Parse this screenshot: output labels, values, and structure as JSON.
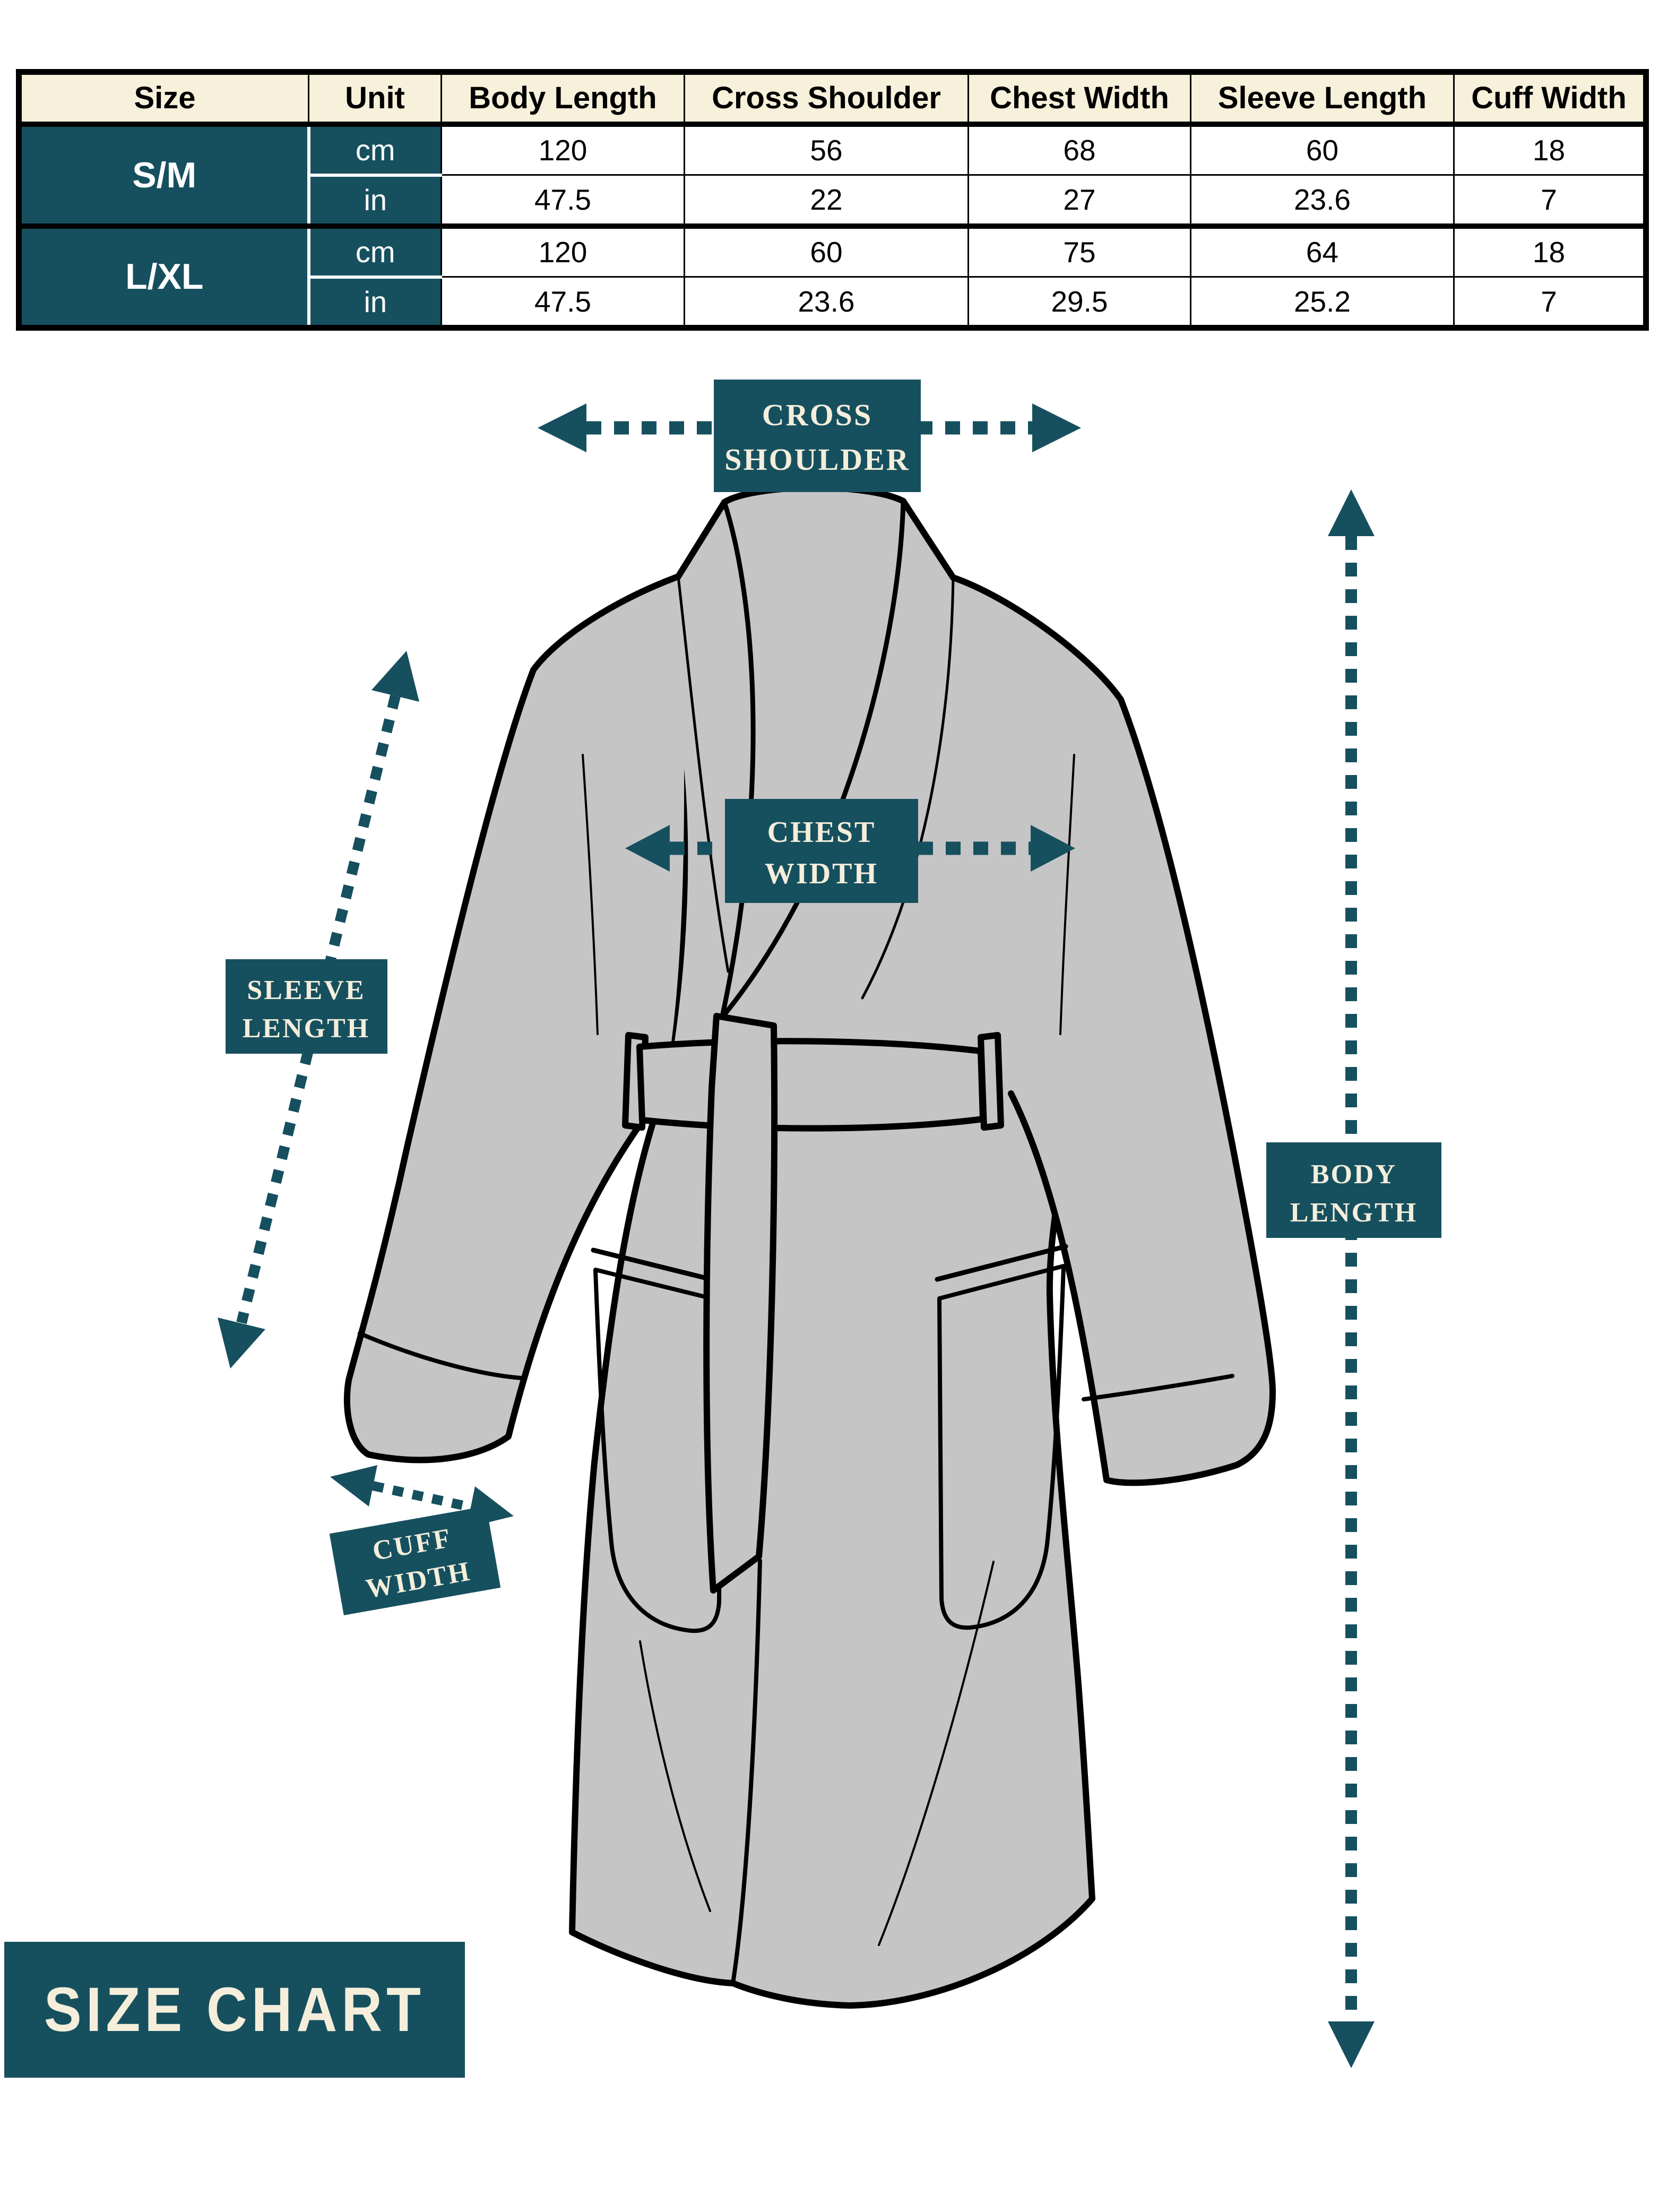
{
  "page_title": "Size Chart",
  "colors": {
    "teal": "#16505f",
    "cream": "#f4eedb",
    "header_cream": "#f7f0da",
    "robe_gray": "#c5c5c5",
    "ink": "#000000"
  },
  "table": {
    "headers": [
      "Size",
      "Unit",
      "Body Length",
      "Cross Shoulder",
      "Chest Width",
      "Sleeve Length",
      "Cuff Width"
    ],
    "groups": [
      {
        "size": "S/M",
        "rows": [
          {
            "unit": "cm",
            "values": [
              "120",
              "56",
              "68",
              "60",
              "18"
            ]
          },
          {
            "unit": "in",
            "values": [
              "47.5",
              "22",
              "27",
              "23.6",
              "7"
            ]
          }
        ]
      },
      {
        "size": "L/XL",
        "rows": [
          {
            "unit": "cm",
            "values": [
              "120",
              "60",
              "75",
              "64",
              "18"
            ]
          },
          {
            "unit": "in",
            "values": [
              "47.5",
              "23.6",
              "29.5",
              "25.2",
              "7"
            ]
          }
        ]
      }
    ]
  },
  "diagram": {
    "labels": {
      "cross_shoulder": {
        "line1": "CROSS",
        "line2": "SHOULDER"
      },
      "chest_width": {
        "line1": "CHEST",
        "line2": "WIDTH"
      },
      "sleeve_length": {
        "line1": "SLEEVE",
        "line2": "LENGTH"
      },
      "body_length": {
        "line1": "BODY",
        "line2": "LENGTH"
      },
      "cuff_width": {
        "line1": "CUFF",
        "line2": "WIDTH"
      }
    }
  },
  "footer": {
    "title": "SIZE CHART"
  }
}
